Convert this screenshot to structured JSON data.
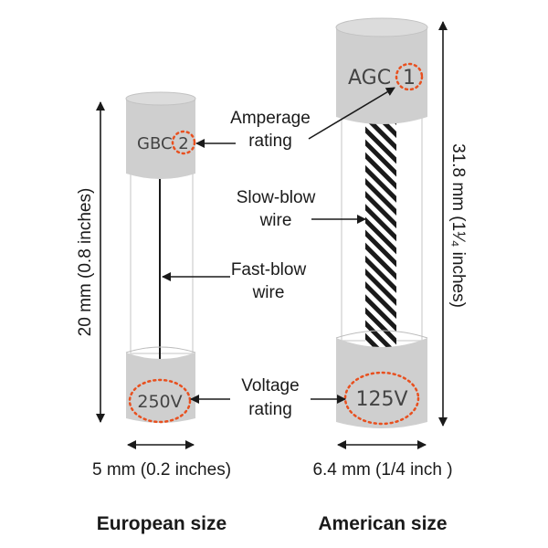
{
  "colors": {
    "cap_fill": "#cfcfcf",
    "cap_stroke": "#9e9e9e",
    "glass_stroke": "#d9d9d9",
    "wire": "#1a1a1a",
    "highlight": "#e8501f",
    "text": "#1a1a1a",
    "cap_text": "#444444",
    "arrow": "#1a1a1a"
  },
  "european": {
    "top_marking_code": "GBC",
    "top_marking_rating": "2",
    "bottom_marking": "250V",
    "height_label": "20 mm (0.8 inches)",
    "width_label": "5 mm (0.2 inches)",
    "title": "European size"
  },
  "american": {
    "top_marking_code": "AGC",
    "top_marking_rating": "1",
    "bottom_marking": "125V",
    "height_label": "31.8 mm (1¹⁄₄ inches)",
    "width_label": "6.4 mm (1/4 inch )",
    "title": "American size"
  },
  "callouts": {
    "amperage_line1": "Amperage",
    "amperage_line2": "rating",
    "slowblow_line1": "Slow-blow",
    "slowblow_line2": "wire",
    "fastblow_line1": "Fast-blow",
    "fastblow_line2": "wire",
    "voltage_line1": "Voltage",
    "voltage_line2": "rating"
  }
}
